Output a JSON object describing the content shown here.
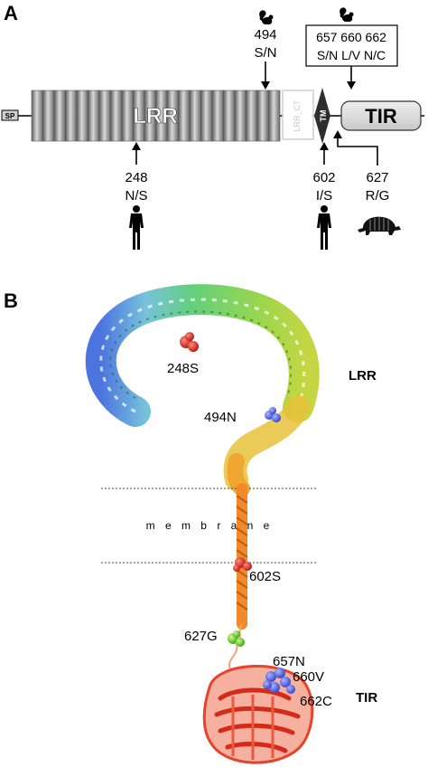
{
  "panel_a": {
    "label": "A",
    "domains": {
      "sp": "SP",
      "lrr": "LRR",
      "lrr_ct": "LRR_CT",
      "tm": "TM",
      "tir": "TIR"
    },
    "variants_top": [
      {
        "pos": "494",
        "change": "S/N"
      },
      {
        "pos": "657 660 662",
        "change": "S/N L/V N/C"
      }
    ],
    "variants_bottom": [
      {
        "pos": "248",
        "change": "N/S"
      },
      {
        "pos": "602",
        "change": "I/S"
      },
      {
        "pos": "627",
        "change": "R/G"
      }
    ],
    "icons": [
      "squirrel-icon",
      "squirrel-icon",
      "human-icon",
      "human-icon",
      "armadillo-icon"
    ]
  },
  "panel_b": {
    "label": "B",
    "membrane_text": "m e m b r a n e",
    "domain_labels": {
      "lrr": "LRR",
      "tir": "TIR"
    },
    "residues": [
      {
        "label": "248S",
        "color": "#d8211b"
      },
      {
        "label": "494N",
        "color": "#4a5fe0"
      },
      {
        "label": "602S",
        "color": "#d8211b"
      },
      {
        "label": "627G",
        "color": "#5ccf1e"
      },
      {
        "label": "657N",
        "color": "#4a5fe0"
      },
      {
        "label": "660V",
        "color": "#4a5fe0"
      },
      {
        "label": "662C",
        "color": "#4a5fe0"
      }
    ]
  }
}
